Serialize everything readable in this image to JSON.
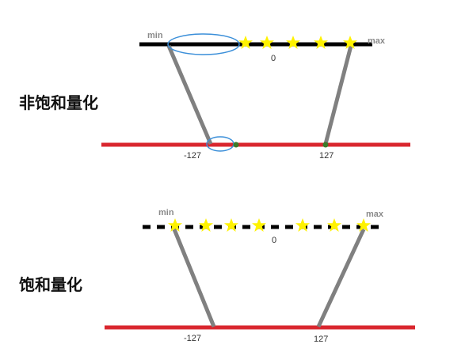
{
  "sections": [
    {
      "title": "非饱和量化",
      "min_label": "min",
      "max_label": "max",
      "zero_label": "0",
      "neg_label": "-127",
      "pos_label": "127"
    },
    {
      "title": "饱和量化",
      "min_label": "min",
      "max_label": "max",
      "zero_label": "0",
      "neg_label": "-127",
      "pos_label": "127"
    }
  ],
  "colors": {
    "float_axis": "#000000",
    "int_axis": "#d9262e",
    "mapping_line": "#808080",
    "star": "#fff200",
    "highlight": "#3b8fd9"
  }
}
